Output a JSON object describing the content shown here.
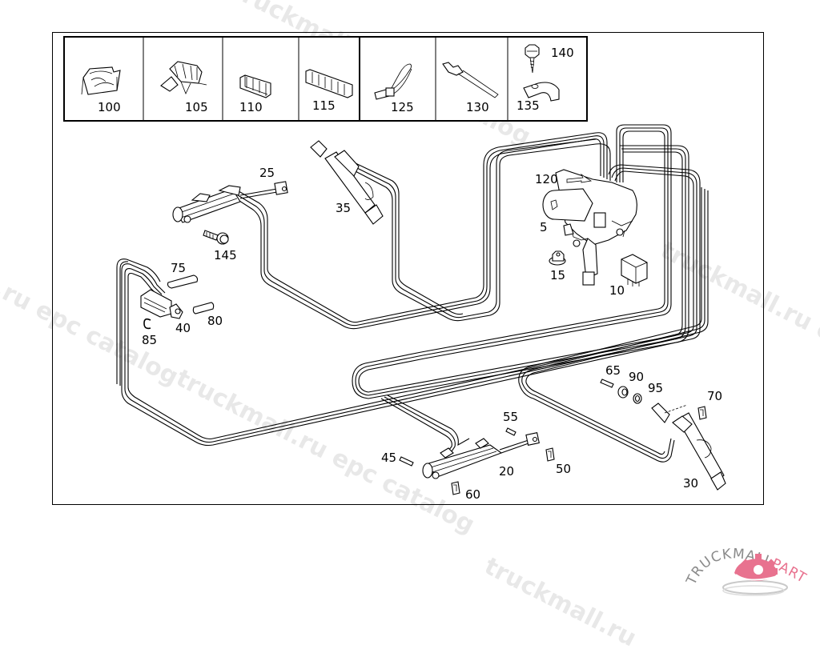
{
  "diagram": {
    "title": "Hydraulic soft-top / roof actuation lines and cylinders",
    "legend_cells": [
      {
        "part": "100",
        "icon": "clip-icon"
      },
      {
        "part": "105",
        "icon": "pipe-clip-icon"
      },
      {
        "part": "110",
        "icon": "pipe-holder-3-icon"
      },
      {
        "part": "115",
        "icon": "pipe-holder-6-icon"
      },
      {
        "part": "125",
        "icon": "cable-tie-icon"
      },
      {
        "part": "130",
        "icon": "cable-tie-mount-icon"
      },
      {
        "part": "135",
        "icon": "pipe-bracket-icon",
        "extra_part": "140",
        "extra_icon": "self-tapping-screw-icon"
      }
    ],
    "callouts": [
      {
        "part": "5",
        "desc": "connector"
      },
      {
        "part": "10",
        "desc": "relay"
      },
      {
        "part": "15",
        "desc": "flange nut"
      },
      {
        "part": "20",
        "desc": "hydraulic cylinder"
      },
      {
        "part": "25",
        "desc": "hydraulic cylinder"
      },
      {
        "part": "30",
        "desc": "hydraulic cylinder"
      },
      {
        "part": "35",
        "desc": "hydraulic cylinder"
      },
      {
        "part": "40",
        "desc": "locking cylinder"
      },
      {
        "part": "45",
        "desc": "pin"
      },
      {
        "part": "50",
        "desc": "clip"
      },
      {
        "part": "55",
        "desc": "pin"
      },
      {
        "part": "60",
        "desc": "clip"
      },
      {
        "part": "65",
        "desc": "pin"
      },
      {
        "part": "70",
        "desc": "clip"
      },
      {
        "part": "75",
        "desc": "pin"
      },
      {
        "part": "80",
        "desc": "pin"
      },
      {
        "part": "85",
        "desc": "circlip"
      },
      {
        "part": "90",
        "desc": "bushing"
      },
      {
        "part": "95",
        "desc": "washer"
      },
      {
        "part": "120",
        "desc": "hydraulic pump unit"
      },
      {
        "part": "145",
        "desc": "bolt"
      }
    ]
  },
  "watermarks": [
    "truckmall.ru epc catalog",
    "truckmall.ru epc catalog",
    "truckmall.ru epc catalog",
    "truckmall.ru epc catalog"
  ],
  "logo": {
    "text_main": "TRUCKMALL",
    "text_accent": "PARTS",
    "accent_color": "#e8728f",
    "text_color": "#8a8a8a",
    "icon": "gear-icon"
  }
}
